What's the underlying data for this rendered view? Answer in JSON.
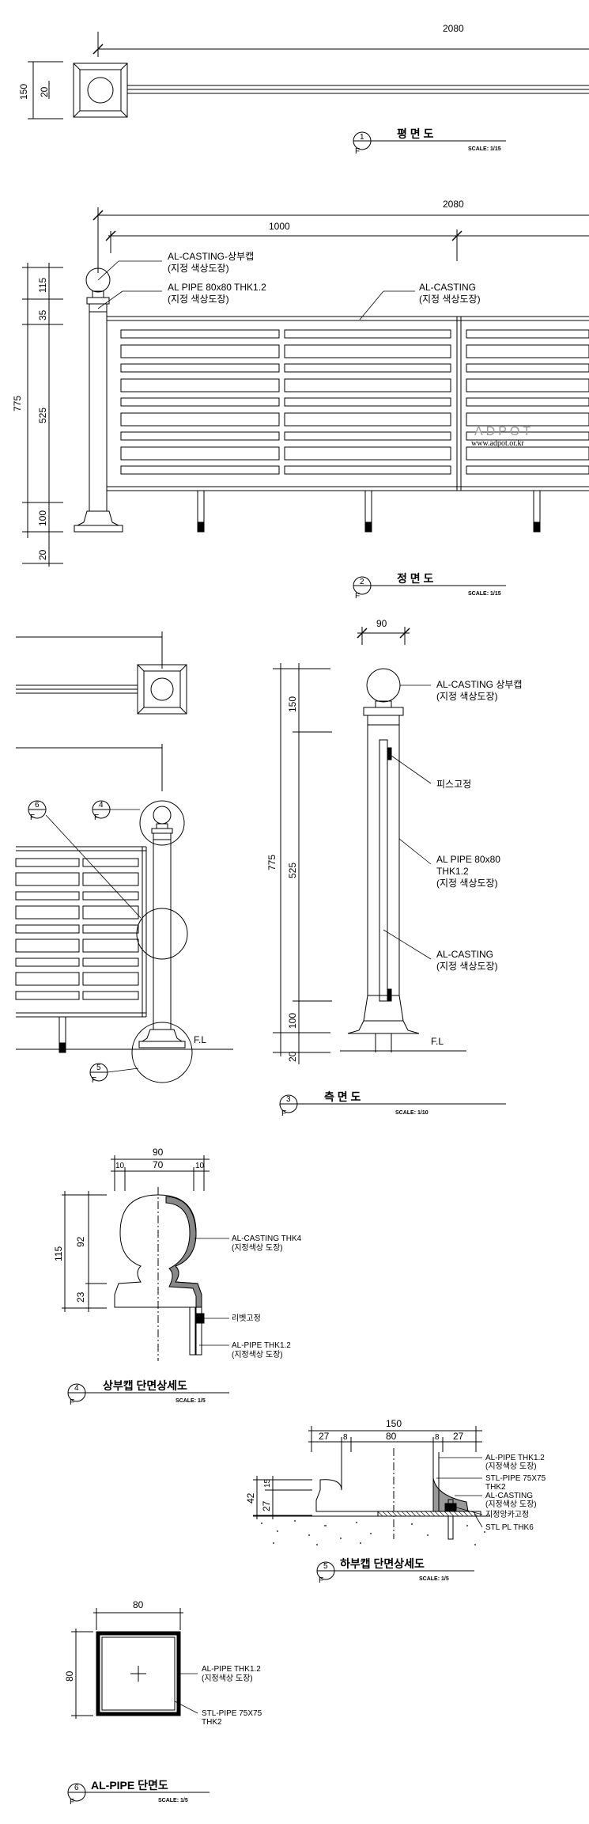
{
  "plan": {
    "dim_total": "2080",
    "dim_150": "150",
    "dim_20": "20",
    "detail_no": "1",
    "detail_ref": "F",
    "title": "평 면 도",
    "scale": "SCALE: 1/15"
  },
  "elevation": {
    "dim_total": "2080",
    "dim_1000": "1000",
    "dim_775": "775",
    "dim_115": "115",
    "dim_35": "35",
    "dim_525": "525",
    "dim_100": "100",
    "dim_20": "20",
    "label_cap_1": "AL-CASTING-상부캡",
    "label_cap_2": "(지정 색상도장)",
    "label_pipe_1": "AL PIPE 80x80 THK1.2",
    "label_pipe_2": "(지정 색상도장)",
    "label_cast_1": "AL-CASTING",
    "label_cast_2": "(지정 색상도장)",
    "watermark": "ADPOT",
    "watermark_url": "www.adpot.or.kr",
    "detail_no": "2",
    "detail_ref": "F",
    "title": "정 면 도",
    "scale": "SCALE: 1/15"
  },
  "partial": {
    "bubble_6": "6",
    "bubble_4": "4",
    "bubble_5": "5",
    "bubble_ref": "F",
    "fl": "F.L"
  },
  "side": {
    "dim_90": "90",
    "dim_775": "775",
    "dim_150": "150",
    "dim_525": "525",
    "dim_100": "100",
    "dim_20": "20",
    "label_cap_1": "AL-CASTING 상부캡",
    "label_cap_2": "(지정 색상도장)",
    "label_screw": "피스고정",
    "label_pipe_1": "AL PIPE 80x80",
    "label_pipe_2": "THK1.2",
    "label_pipe_3": "(지정 색상도장)",
    "label_cast_1": "AL-CASTING",
    "label_cast_2": "(지정 색상도장)",
    "fl": "F.L",
    "detail_no": "3",
    "detail_ref": "F",
    "title": "측 면 도",
    "scale": "SCALE: 1/10"
  },
  "cap_section": {
    "dim_90": "90",
    "dim_10a": "10",
    "dim_70": "70",
    "dim_10b": "10",
    "dim_115": "115",
    "dim_92": "92",
    "dim_23": "23",
    "label_cast_1": "AL-CASTING THK4",
    "label_cast_2": "(지정색상 도장)",
    "label_rivet": "리벳고정",
    "label_pipe_1": "AL-PIPE THK1.2",
    "label_pipe_2": "(지정색상 도장)",
    "detail_no": "4",
    "detail_ref": "F",
    "title": "상부캡 단면상세도",
    "scale": "SCALE: 1/5"
  },
  "base_section": {
    "dim_150": "150",
    "dim_27a": "27",
    "dim_8a": "8",
    "dim_80": "80",
    "dim_8b": "8",
    "dim_27b": "27",
    "dim_42": "42",
    "dim_27c": "27",
    "dim_15": "15",
    "label_pipe_1": "AL-PIPE THK1.2",
    "label_pipe_2": "(지정색상 도장)",
    "label_stl_1": "STL-PIPE 75X75",
    "label_stl_2": "THK2",
    "label_cast_1": "AL-CASTING",
    "label_cast_2": "(지정색상 도장)",
    "label_anchor": "지정앙카고정",
    "label_plate": "STL PL THK6",
    "detail_no": "5",
    "detail_ref": "F",
    "title": "하부캡 단면상세도",
    "scale": "SCALE: 1/5"
  },
  "pipe_section": {
    "dim_80a": "80",
    "dim_80b": "80",
    "label_pipe_1": "AL-PIPE THK1.2",
    "label_pipe_2": "(지정색상 도장)",
    "label_stl_1": "STL-PIPE 75X75",
    "label_stl_2": "THK2",
    "detail_no": "6",
    "detail_ref": "F",
    "title": "AL-PIPE 단면도",
    "scale": "SCALE: 1/5"
  },
  "colors": {
    "line": "#000000",
    "watermark_accent": "#d9261c",
    "watermark_grey": "#9a9a9a"
  }
}
